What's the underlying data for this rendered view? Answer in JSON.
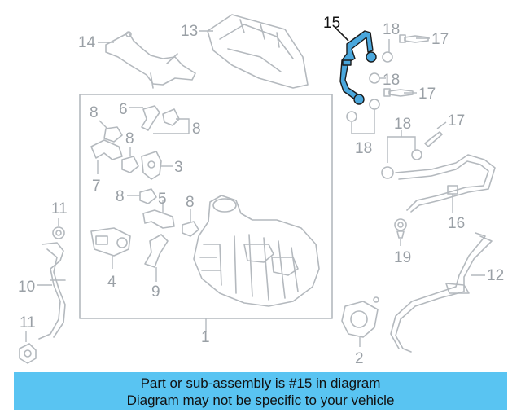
{
  "diagram": {
    "callouts": {
      "p1": "1",
      "p2": "2",
      "p3": "3",
      "p4": "4",
      "p5": "5",
      "p6": "6",
      "p7": "7",
      "p8a": "8",
      "p8b": "8",
      "p8c": "8",
      "p8d": "8",
      "p8e": "8",
      "p9": "9",
      "p10": "10",
      "p11a": "11",
      "p11b": "11",
      "p12": "12",
      "p13": "13",
      "p14": "14",
      "p15": "15",
      "p16": "16",
      "p17a": "17",
      "p17b": "17",
      "p17c": "17",
      "p18a": "18",
      "p18b": "18",
      "p18c": "18",
      "p18d": "18",
      "p19": "19"
    },
    "highlighted_part": "15"
  },
  "banner": {
    "line1": "Part or sub-assembly is #15 in diagram",
    "line2": "Diagram may not be specific to your vehicle"
  },
  "colors": {
    "banner": "#59c4f2",
    "highlight": "#4aa7dc",
    "linework": "#b4b9be"
  }
}
